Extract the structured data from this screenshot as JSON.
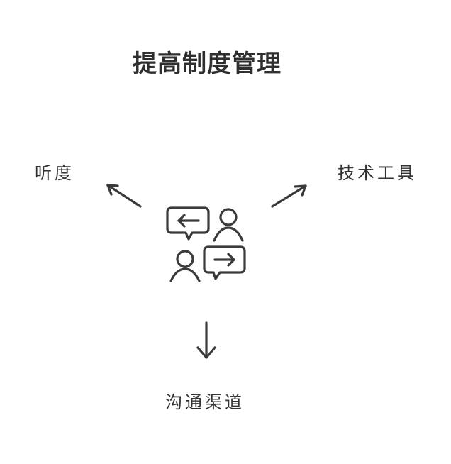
{
  "title": "提高制度管理",
  "branches": {
    "left": "听度",
    "right": "技术工具",
    "bottom": "沟通渠道"
  },
  "center_icon": "two-people-exchanging-messages-icon"
}
